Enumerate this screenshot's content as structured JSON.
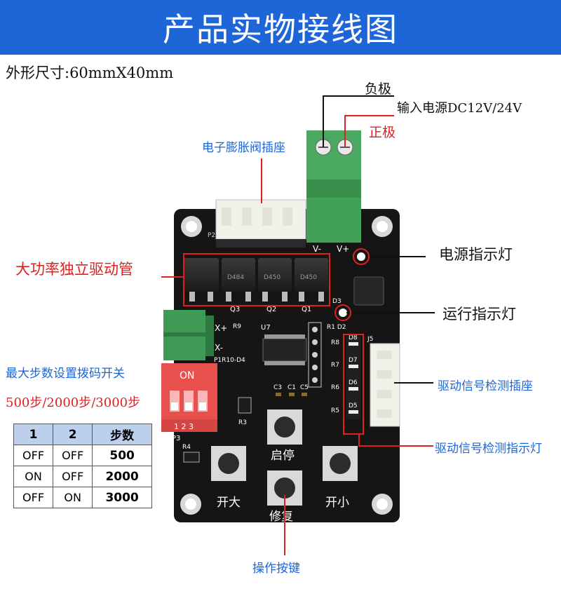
{
  "title": "产品实物接线图",
  "dimensions": "外形尺寸:60mmX40mm",
  "labels": {
    "negative": "负极",
    "power_input": "输入电源DC12V/24V",
    "positive": "正极",
    "eev_socket": "电子膨胀阀插座",
    "power_led": "电源指示灯",
    "drive_tubes": "大功率独立驱动管",
    "run_led": "运行指示灯",
    "dip_switch": "最大步数设置拨码开关",
    "step_options": "500步/2000步/3000步",
    "signal_socket": "驱动信号检测插座",
    "signal_leds": "驱动信号检测指示灯",
    "buttons": "操作按键"
  },
  "board": {
    "btn_start_stop": "启停",
    "btn_open_big": "开大",
    "btn_open_small": "开小",
    "btn_repair": "修复",
    "terminal_neg": "V-",
    "terminal_pos": "V+",
    "dip_on": "ON",
    "dip_numbers": "1  2  3",
    "silk": {
      "q3": "Q3",
      "q2": "Q2",
      "q1": "Q1",
      "u7": "U7",
      "p3": "P3",
      "r4": "R4",
      "r3": "R3",
      "r9": "R9",
      "x_plus": "X+",
      "x_minus": "X-",
      "p1r10d4": "P1R10-D4",
      "r1d2": "R1 D2",
      "d3": "D3",
      "r8": "R8",
      "r7": "R7",
      "r6": "R6",
      "r5": "R5",
      "d8": "D8",
      "d7": "D7",
      "d6": "D6",
      "d5": "D5",
      "c3": "C3",
      "c1": "C1",
      "c5": "C5",
      "p2": "P2",
      "j5": "J5",
      "mos1": "D484",
      "mos2": "D450",
      "mos3": "D450"
    }
  },
  "steps_table": {
    "headers": [
      "1",
      "2",
      "步数"
    ],
    "rows": [
      [
        "OFF",
        "OFF",
        "500"
      ],
      [
        "ON",
        "OFF",
        "2000"
      ],
      [
        "OFF",
        "ON",
        "3000"
      ]
    ]
  },
  "colors": {
    "banner": "#1e66d8",
    "board": "#151515",
    "label_blue": "#1e66d8",
    "label_red": "#e02020",
    "terminal_green": "#3f9a55",
    "dip_red": "#e8504e"
  }
}
